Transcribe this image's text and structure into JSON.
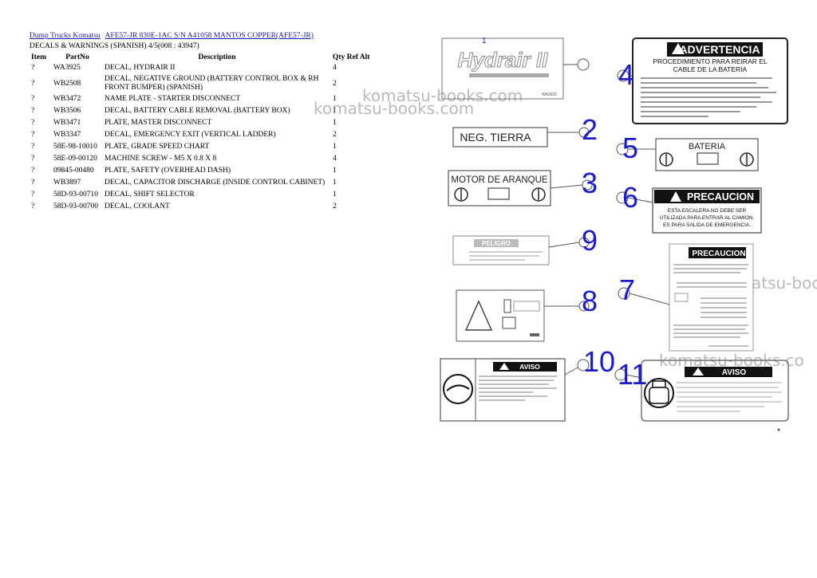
{
  "breadcrumb": {
    "link1": "Dump Trucks Komatsu",
    "link2": "AFE57-JR 830E-1AC S/N A41058 MANTOS COPPER(AFE57-JR)"
  },
  "subtitle": "DECALS & WARNINGS (SPANISH) 4/5(008 : 43947)",
  "table": {
    "headers": {
      "item": "Item",
      "partno": "PartNo",
      "description": "Description",
      "qty": "Qty Ref Alt"
    },
    "rows": [
      {
        "item": "?",
        "partno": "WA3925",
        "description": "DECAL, HYDRAIR II",
        "qty": "4"
      },
      {
        "item": "?",
        "partno": "WB2508",
        "description": "DECAL, NEGATIVE GROUND (BATTERY CONTROL BOX & RH FRONT BUMPER) (SPANISH)",
        "qty": "2"
      },
      {
        "item": "?",
        "partno": "WB3472",
        "description": "NAME PLATE - STARTER DISCONNECT",
        "qty": "1"
      },
      {
        "item": "?",
        "partno": "WB3506",
        "description": "DECAL, BATTERY CABLE REMOVAL (BATTERY BOX)",
        "qty": "1"
      },
      {
        "item": "?",
        "partno": "WB3471",
        "description": "PLATE, MASTER DISCONNECT",
        "qty": "1"
      },
      {
        "item": "?",
        "partno": "WB3347",
        "description": "DECAL, EMERGENCY EXIT (VERTICAL LADDER)",
        "qty": "2"
      },
      {
        "item": "?",
        "partno": "58E-98-10010",
        "description": "PLATE, GRADE SPEED CHART",
        "qty": "1"
      },
      {
        "item": "?",
        "partno": "58E-09-00120",
        "description": "MACHINE SCREW - M5 X 0.8 X 8",
        "qty": "4"
      },
      {
        "item": "?",
        "partno": "09845-00480",
        "description": "PLATE, SAFETY (OVERHEAD DASH)",
        "qty": "1"
      },
      {
        "item": "?",
        "partno": "WB3897",
        "description": "DECAL, CAPACITOR DISCHARGE (INSIDE CONTROL CABINET)",
        "qty": "1"
      },
      {
        "item": "?",
        "partno": "58D-93-00710",
        "description": "DECAL, SHIFT SELECTOR",
        "qty": "1"
      },
      {
        "item": "?",
        "partno": "58D-93-00700",
        "description": "DECAL, COOLANT",
        "qty": "2"
      }
    ]
  },
  "diagram": {
    "callouts": [
      "1",
      "2",
      "3",
      "4",
      "5",
      "6",
      "7",
      "8",
      "9",
      "10",
      "11"
    ],
    "decal_hydrair": "Hydrair II",
    "decal_hydrair_code": "WA3925",
    "decal_neg": "NEG. TIERRA",
    "decal_motor": "MOTOR DE ARANQUE",
    "decal_adv_title": "ADVERTENCIA",
    "decal_adv_sub1": "PROCEDIMIENTO PARA REIRAR EL",
    "decal_adv_sub2": "CABLE DE LA BATERIA",
    "decal_bateria": "BATERIA",
    "decal_prec_title": "PRECAUCION",
    "decal_prec_l1": "ESTA ESCALERA NO DEBE SER",
    "decal_prec_l2": "UTILIZADA PARA ENTRAR AL CAMION.",
    "decal_prec_l3": "ES PARA SALIDA DE EMERGENCIA.",
    "decal_peligro": "PELIGRO",
    "decal_aviso": "AVISO"
  },
  "watermarks": [
    "komatsu-books.com",
    "komatsu-books.com",
    "atsu-boo",
    "komatsu-books.co"
  ]
}
